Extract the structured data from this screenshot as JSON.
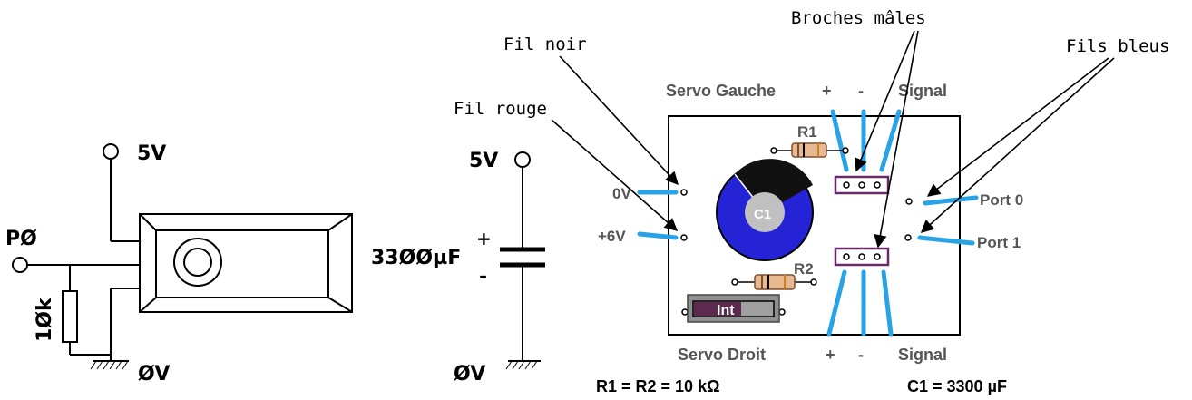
{
  "left_schematic": {
    "supply_label": "5V",
    "input_label": "PØ",
    "resistor_label": "1Øk",
    "ground_label": "ØV"
  },
  "capacitor_schematic": {
    "supply_label": "5V",
    "value_label": "33ØØµF",
    "plus_sign": "+",
    "minus_sign": "-",
    "ground_label": "ØV"
  },
  "annotations": {
    "fil_noir": "Fil noir",
    "fil_rouge": "Fil rouge",
    "broches_males": "Broches mâles",
    "fils_bleus": "Fils bleus"
  },
  "board": {
    "servo_gauche": "Servo Gauche",
    "servo_droit": "Servo Droit",
    "plus": "+",
    "minus": "-",
    "signal": "Signal",
    "r1": "R1",
    "r2": "R2",
    "c1": "C1",
    "int": "Int",
    "zero_v": "0V",
    "plus_six_v": "+6V",
    "port0": "Port 0",
    "port1": "Port 1"
  },
  "legend": {
    "resistors": "R1 = R2 = 10 kΩ",
    "capacitor": "C1 = 3300 µF"
  },
  "colors": {
    "wire_blue": "#29a3e6",
    "cap_blue": "#2424d6",
    "connector": "#6a2a6a",
    "resistor_body": "#e8b890",
    "board_text": "#555555"
  }
}
